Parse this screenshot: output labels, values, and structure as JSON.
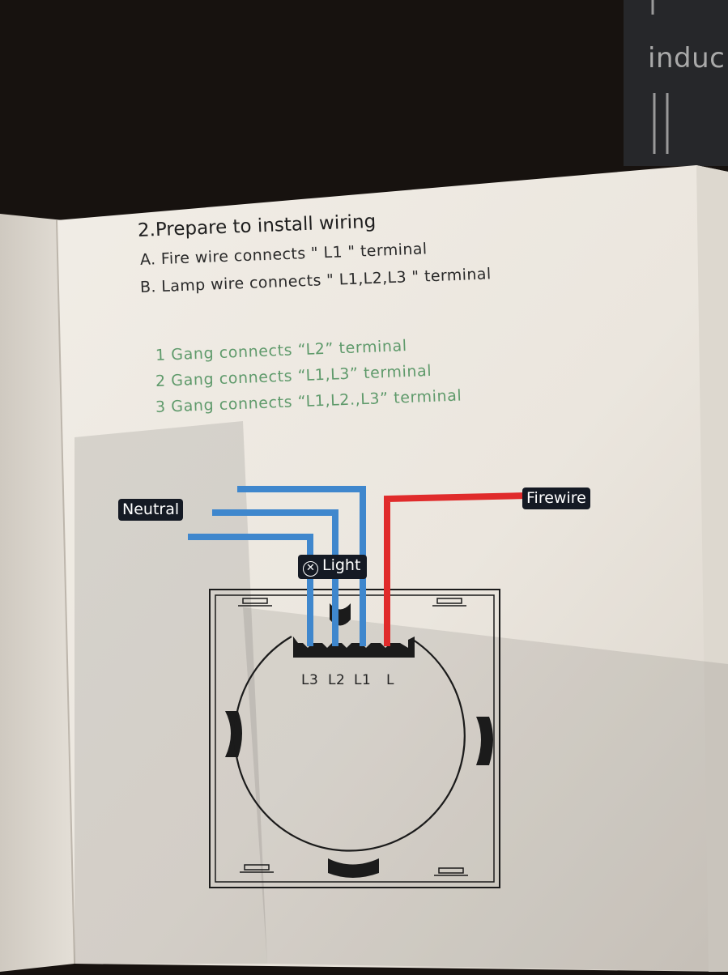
{
  "instructions": {
    "heading": "2.Prepare to install wiring",
    "line_a": "A. Fire wire connects \" L1 \" terminal",
    "line_b": "B. Lamp wire connects \" L1,L2,L3 \" terminal",
    "gangs": [
      "1 Gang connects “L2” terminal",
      "2 Gang connects “L1,L3” terminal",
      "3 Gang connects “L1,L2.,L3” terminal"
    ]
  },
  "diagram": {
    "neutral_label": "Neutral",
    "firewire_label": "Firewire",
    "light_label": "Light",
    "light_icon": "circled-x-lamp-icon",
    "terminals": [
      "L3",
      "L2",
      "L1",
      "L"
    ],
    "colors": {
      "neutral_wire": "#3f87cd",
      "fire_wire": "#e02b2b",
      "outline": "#1b1b1b"
    }
  },
  "background_text": "induc"
}
